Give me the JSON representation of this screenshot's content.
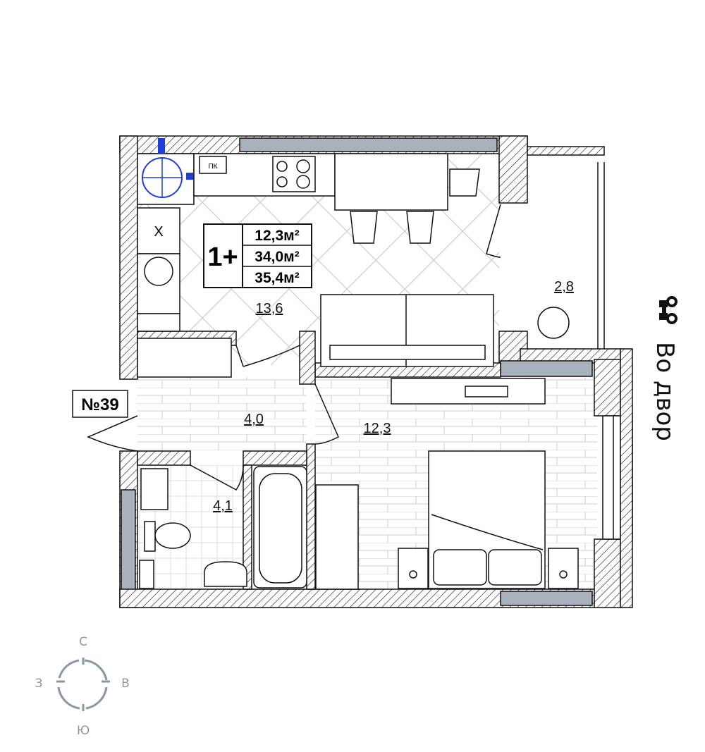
{
  "plan": {
    "apartment_number": "№39",
    "rooms_badge": "1+",
    "areas": {
      "living": "12,3м²",
      "total": "34,0м²",
      "total_with_balcony": "35,4м²"
    },
    "room_labels": {
      "kitchen": "13,6",
      "hall": "4,0",
      "bathroom": "4,1",
      "bedroom": "12,3",
      "balcony": "2,8"
    },
    "kitchen_tag": "ПК",
    "shaft_mark": "X",
    "view_label": "Во двор",
    "view_icon": "binoculars-icon"
  },
  "compass": {
    "north": "С",
    "south": "Ю",
    "west": "З",
    "east": "В",
    "color": "#8c97a6"
  },
  "colors": {
    "wall_fill": "#a9b1bd",
    "pipe": "#1f3fd6",
    "line": "#111111"
  }
}
